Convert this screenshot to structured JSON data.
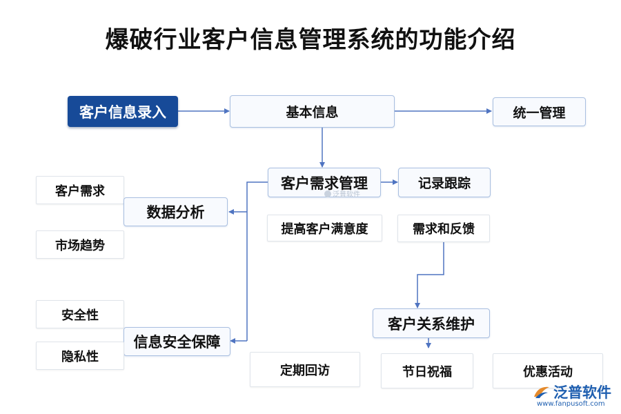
{
  "title": "爆破行业客户信息管理系统的功能介绍",
  "nodes": {
    "entry": "客户信息录入",
    "basic_info": "基本信息",
    "unified": "统一管理",
    "demand_mgmt": "客户需求管理",
    "tracking": "记录跟踪",
    "data_analysis": "数据分析",
    "customer_demand": "客户需求",
    "market_trend": "市场趋势",
    "satisfaction": "提高客户满意度",
    "feedback": "需求和反馈",
    "security": "信息安全保障",
    "safety": "安全性",
    "privacy": "隐私性",
    "relation": "客户关系维护",
    "visit": "定期回访",
    "holiday": "节日祝福",
    "promo": "优惠活动"
  },
  "watermark": {
    "center": "泛普软件",
    "logo_name": "泛普软件",
    "logo_url": "www.fanpusoft.com"
  },
  "colors": {
    "primary": "#174a98",
    "line": "#4f74c1",
    "brand": "#1f5fb0"
  }
}
